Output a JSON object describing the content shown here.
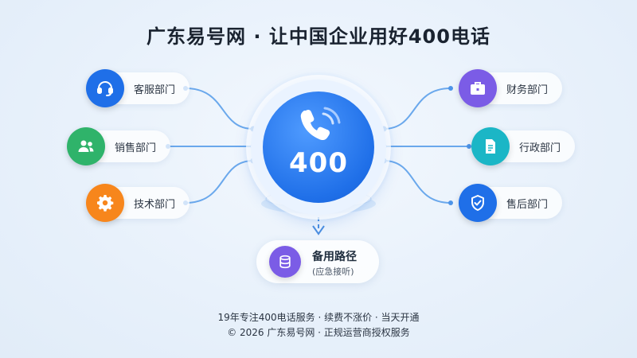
{
  "title": "广东易号网 · 让中国企业用好400电话",
  "hub": {
    "number": "400",
    "color": "#1f6fe8"
  },
  "departments_left": [
    {
      "label": "客服部门",
      "icon": "headset-icon",
      "color": "#1f6fe8"
    },
    {
      "label": "销售部门",
      "icon": "users-icon",
      "color": "#2fb36a"
    },
    {
      "label": "技术部门",
      "icon": "gear-icon",
      "color": "#f7861c"
    }
  ],
  "departments_right": [
    {
      "label": "财务部门",
      "icon": "briefcase-icon",
      "color": "#7b5ce6"
    },
    {
      "label": "行政部门",
      "icon": "document-icon",
      "color": "#1bb6c6"
    },
    {
      "label": "售后部门",
      "icon": "shield-check-icon",
      "color": "#1f6fe8"
    }
  ],
  "backup": {
    "title": "备用路径",
    "subtitle": "(应急接听)",
    "icon": "database-icon",
    "color": "#7b5ce6"
  },
  "footer": {
    "line1": "19年专注400电话服务 · 续费不涨价 · 当天开通",
    "line2": "© 2026 广东易号网 · 正规运营商授权服务"
  }
}
